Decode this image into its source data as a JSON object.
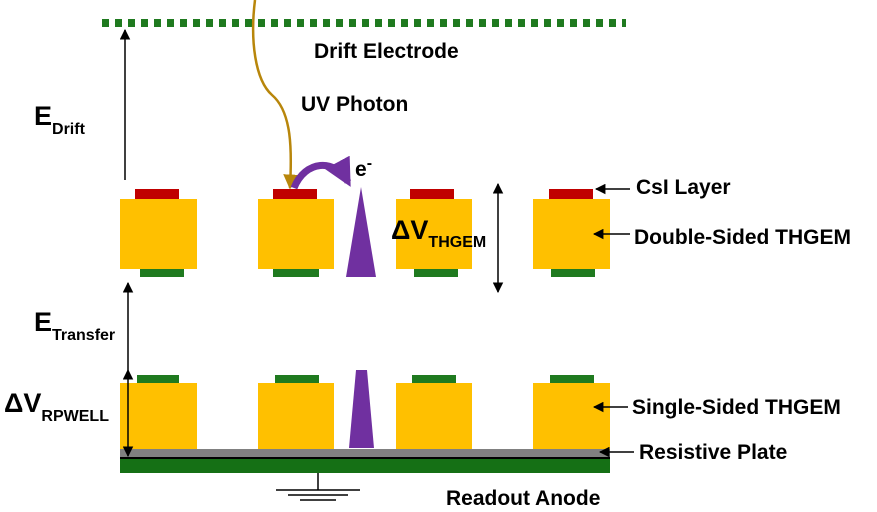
{
  "colors": {
    "thgem_body": "#FFC000",
    "csi_layer": "#C00000",
    "electrode_green": "#1F7A1F",
    "uv_photon": "#B8860B",
    "avalanche_purple": "#7030A0",
    "resistive_plate": "#808080",
    "anode_green": "#157015",
    "line": "#000000"
  },
  "labels": {
    "drift_electrode": "Drift Electrode",
    "uv_photon": "UV Photon",
    "electron_base": "e",
    "electron_sup": "-",
    "e_drift_main": "E",
    "e_drift_sub": "Drift",
    "delta_v_thgem_main": "ΔV",
    "delta_v_thgem_sub": "THGEM",
    "csi_layer": "CsI Layer",
    "double_sided_thgem": "Double-Sided THGEM",
    "e_transfer_main": "E",
    "e_transfer_sub": "Transfer",
    "delta_v_rpwell_main": "ΔV",
    "delta_v_rpwell_sub": "RPWELL",
    "single_sided_thgem": "Single-Sided THGEM",
    "resistive_plate": "Resistive Plate",
    "readout_anode": "Readout Anode"
  },
  "icons": {
    "ground": "ground-symbol-icon",
    "arrow": "arrow-icon"
  }
}
